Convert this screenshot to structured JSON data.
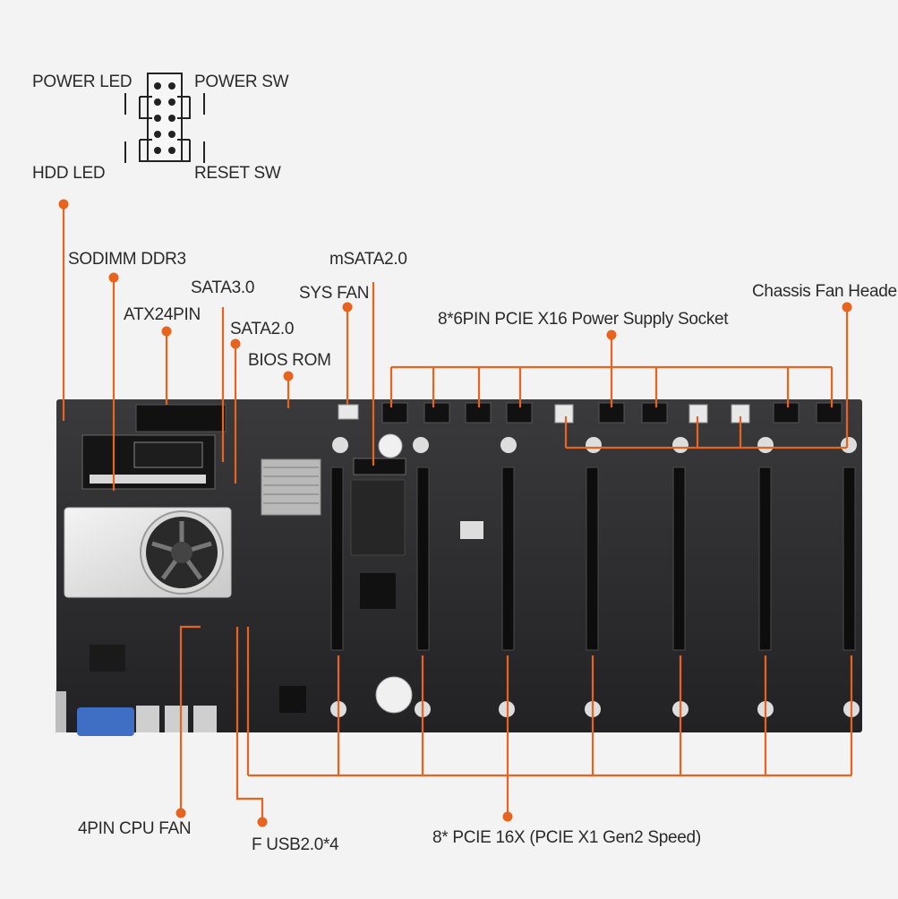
{
  "labels": {
    "power_led": "POWER LED",
    "power_sw": "POWER SW",
    "hdd_led": "HDD  LED",
    "reset_sw": "RESET SW",
    "sodimm": "SODIMM DDR3",
    "sata3": "SATA3.0",
    "atx24": "ATX24PIN",
    "sata2": "SATA2.0",
    "msata": "mSATA2.0",
    "sys_fan": "SYS FAN",
    "bios_rom": "BIOS ROM",
    "pcie_power": "8*6PIN PCIE X16 Power Supply Socket",
    "chassis_fan": "Chassis Fan Header",
    "cpu_fan": "4PIN CPU FAN",
    "fusb": "F USB2.0*4",
    "pcie_slots": "8* PCIE 16X (PCIE X1 Gen2 Speed)"
  },
  "colors": {
    "leader_line": "#e8641e",
    "board": "#2c2c2e",
    "heatsink": "#e6e6e6",
    "vga": "#3e6fc4"
  }
}
